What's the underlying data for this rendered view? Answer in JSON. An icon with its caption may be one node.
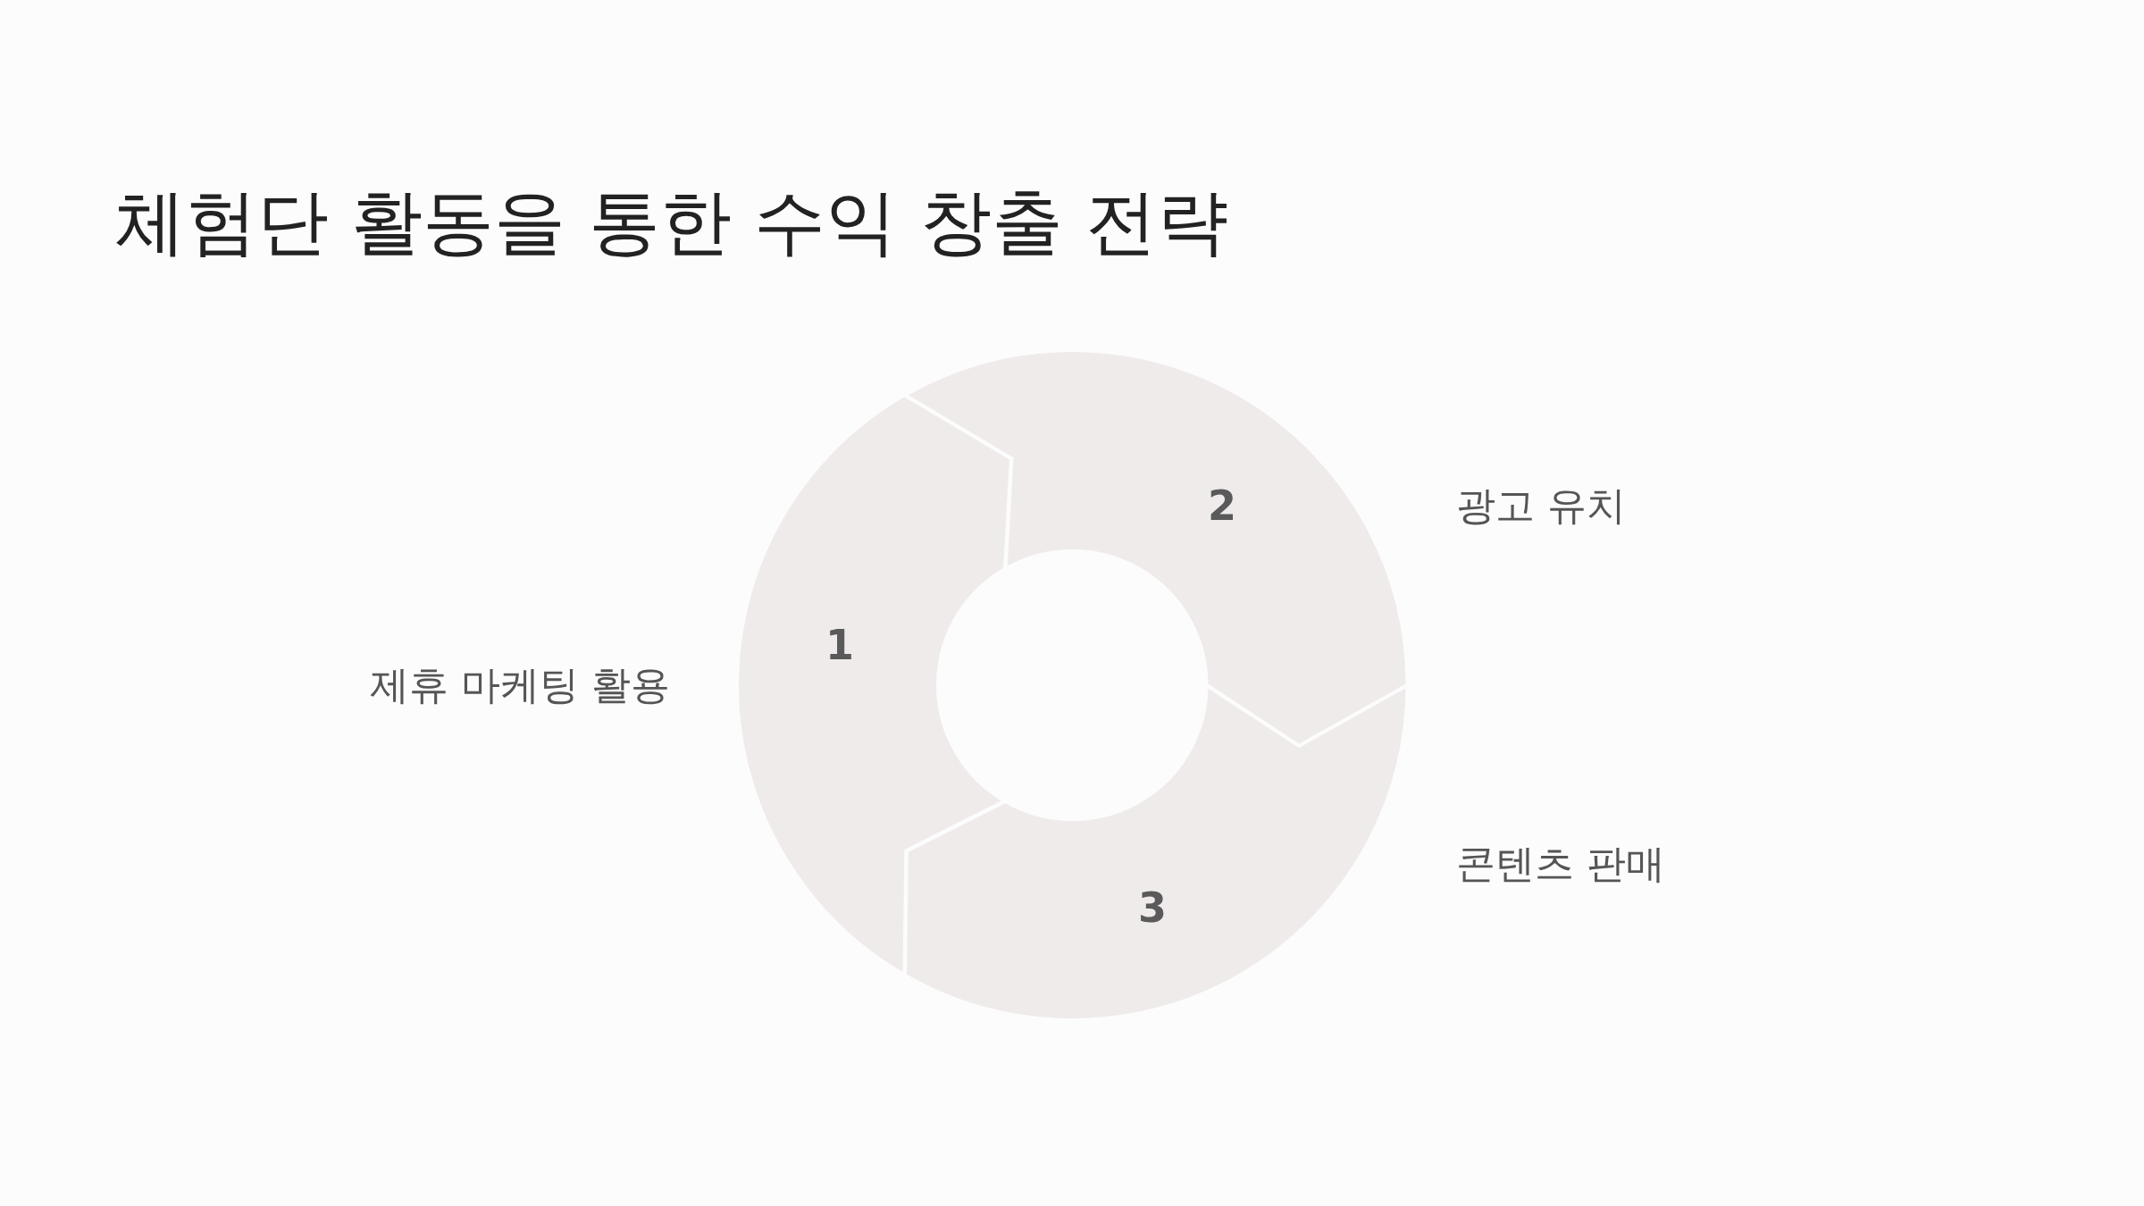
{
  "diagram": {
    "title": "체험단 활동을 통한 수익 창출 전략",
    "nodes": [
      {
        "text": [
          "1"
        ],
        "beside": [
          "제휴 마케팅 활용"
        ]
      },
      {
        "text": [
          "2"
        ],
        "beside": [
          "광고 유치"
        ]
      },
      {
        "text": [
          "3"
        ],
        "beside": [
          "콘텐츠 판매"
        ]
      }
    ]
  }
}
